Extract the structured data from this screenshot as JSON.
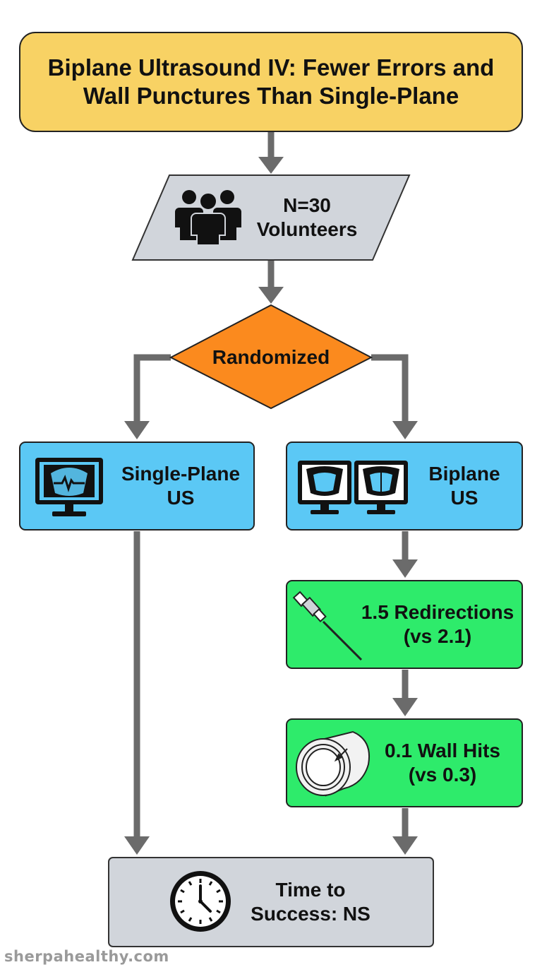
{
  "title": {
    "line1": "Biplane Ultrasound IV: Fewer Errors and",
    "line2": "Wall Punctures Than Single-Plane"
  },
  "nodes": {
    "volunteers": {
      "line1": "N=30",
      "line2": "Volunteers",
      "icon": "people-group-icon"
    },
    "randomized": {
      "label": "Randomized"
    },
    "single_plane": {
      "line1": "Single-Plane",
      "line2": "US",
      "icon": "ultrasound-monitor-icon"
    },
    "biplane": {
      "line1": "Biplane",
      "line2": "US",
      "icon": "dual-ultrasound-monitor-icon"
    },
    "redirections": {
      "line1": "1.5 Redirections",
      "line2": "(vs 2.1)",
      "icon": "iv-needle-icon"
    },
    "wall_hits": {
      "line1": "0.1 Wall Hits",
      "line2": "(vs 0.3)",
      "icon": "vein-cross-section-icon"
    },
    "time_to_success": {
      "line1": "Time to",
      "line2": "Success: NS",
      "icon": "clock-icon"
    }
  },
  "colors": {
    "title_fill": "#F8D264",
    "gray_fill": "#D1D5DB",
    "orange_fill": "#FB8A1E",
    "blue_fill": "#5BC8F5",
    "green_fill": "#2EEB6B",
    "arrow": "#6B6B6B",
    "outline": "#222222"
  },
  "watermark": "sherpahealthy.com"
}
